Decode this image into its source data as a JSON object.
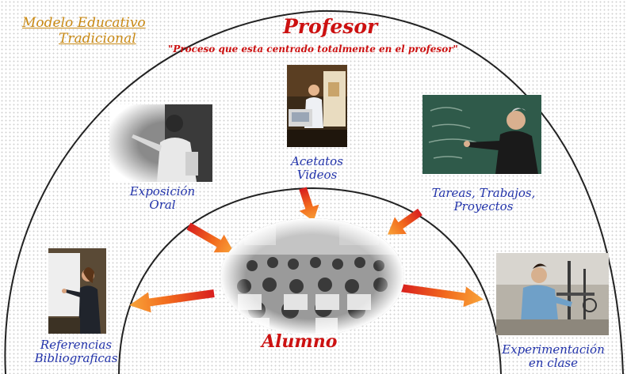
{
  "header": {
    "model_line1": "Modelo Educativo",
    "model_line2": "Tradicional",
    "profesor": "Profesor",
    "profesor_subtitle": "\"Proceso que esta centrado totalmente en el profesor\""
  },
  "nodes": {
    "exposicion": [
      "Exposición",
      "Oral"
    ],
    "acetatos": [
      "Acetatos",
      "Videos"
    ],
    "tareas": [
      "Tareas, Trabajos,",
      "Proyectos"
    ],
    "referencias": [
      "Referencias",
      "Bibliograficas"
    ],
    "experimentacion": [
      "Experimentación",
      "en clase"
    ],
    "alumno": "Alumno"
  },
  "colors": {
    "title_red": "#cc1111",
    "label_blue": "#2233aa",
    "model_gold": "#c98a16",
    "arrow_orange": "#f07820",
    "arrow_red": "#d81e1e"
  }
}
